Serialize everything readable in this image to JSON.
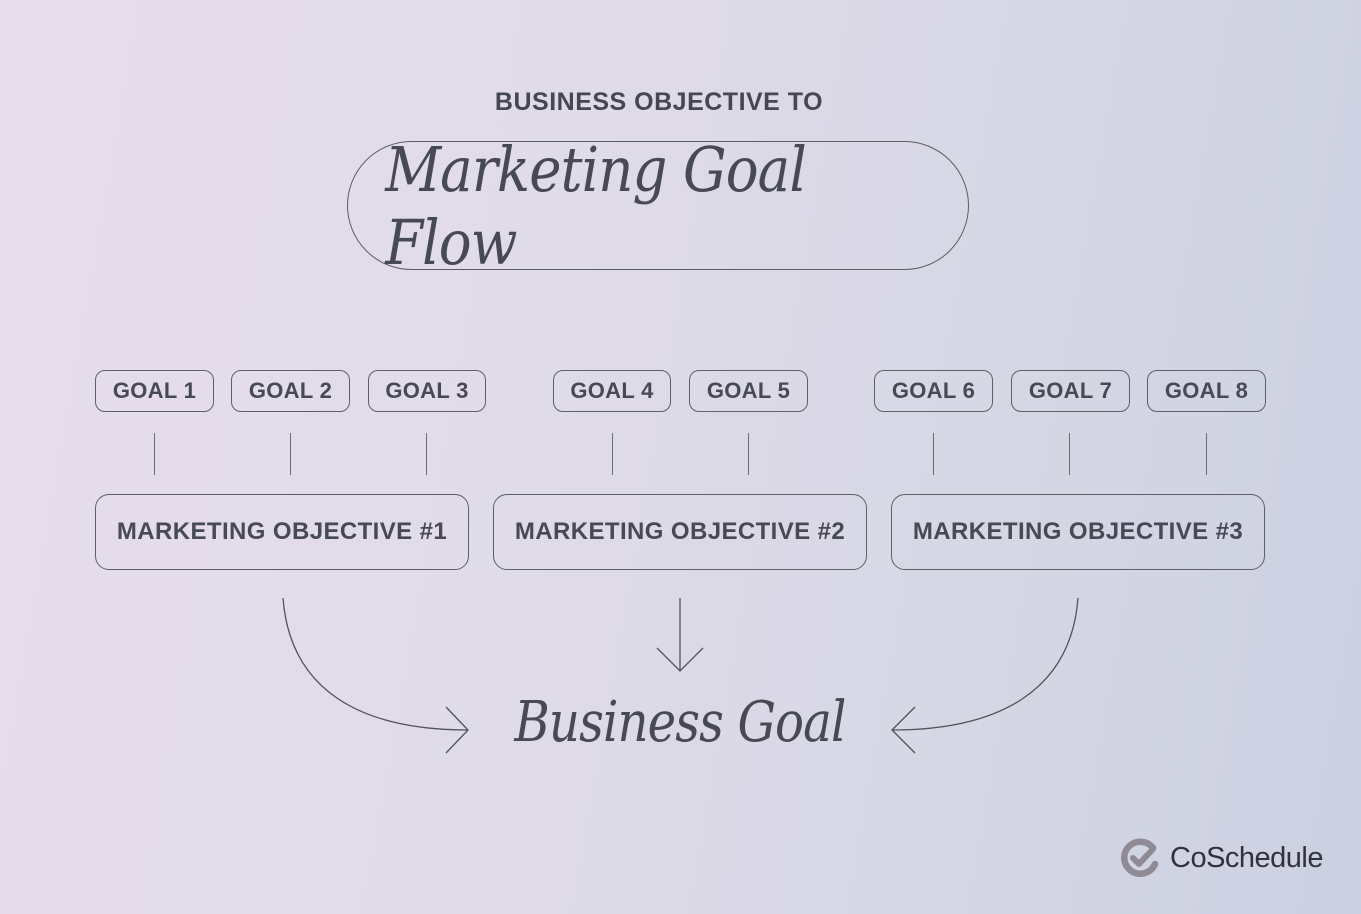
{
  "header": {
    "eyebrow": "BUSINESS OBJECTIVE TO",
    "title": "Marketing Goal Flow"
  },
  "goals": [
    {
      "label": "GOAL 1",
      "objective": 1
    },
    {
      "label": "GOAL 2",
      "objective": 1
    },
    {
      "label": "GOAL 3",
      "objective": 1
    },
    {
      "label": "GOAL 4",
      "objective": 2
    },
    {
      "label": "GOAL 5",
      "objective": 2
    },
    {
      "label": "GOAL 6",
      "objective": 3
    },
    {
      "label": "GOAL 7",
      "objective": 3
    },
    {
      "label": "GOAL 8",
      "objective": 3
    }
  ],
  "objectives": [
    {
      "label": "MARKETING OBJECTIVE #1"
    },
    {
      "label": "MARKETING OBJECTIVE #2"
    },
    {
      "label": "MARKETING OBJECTIVE #3"
    }
  ],
  "result": {
    "label": "Business Goal"
  },
  "brand": {
    "name": "CoSchedule",
    "icon": "check-circle-icon"
  },
  "colors": {
    "text": "#474a55",
    "stroke": "#5d6069",
    "bg_left": "#e7ddec",
    "bg_right": "#cbd0e1",
    "logo_icon": "#8f8a93"
  }
}
